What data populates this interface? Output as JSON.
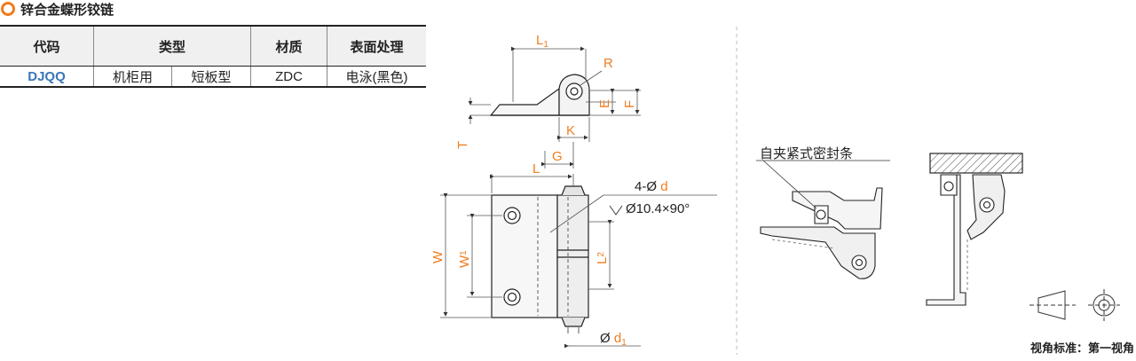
{
  "title": "锌合金蝶形铰链",
  "table": {
    "headers": [
      "代码",
      "类型",
      "材质",
      "表面处理"
    ],
    "row": {
      "code": "DJQQ",
      "type_a": "机柜用",
      "type_b": "短板型",
      "material": "ZDC",
      "finish": "电泳(黑色)"
    }
  },
  "dims": {
    "L1": "L",
    "L1_sub": "1",
    "R": "R",
    "E": "E",
    "F": "F",
    "T": "T",
    "K": "K",
    "G": "G",
    "L": "L",
    "W": "W",
    "W1": "W",
    "W1_sub": "1",
    "L2": "L",
    "L2_sub": "2",
    "hole_prefix": "4-Ø ",
    "hole_d": "d",
    "csk": "Ø10.4×90°",
    "d1_prefix": "Ø ",
    "d1": "d",
    "d1_sub": "1"
  },
  "callouts": {
    "seal": "自夹紧式密封条"
  },
  "caption": "视角标准：第一视角",
  "colors": {
    "accent": "#f07d1e",
    "code": "#3a76b6"
  }
}
